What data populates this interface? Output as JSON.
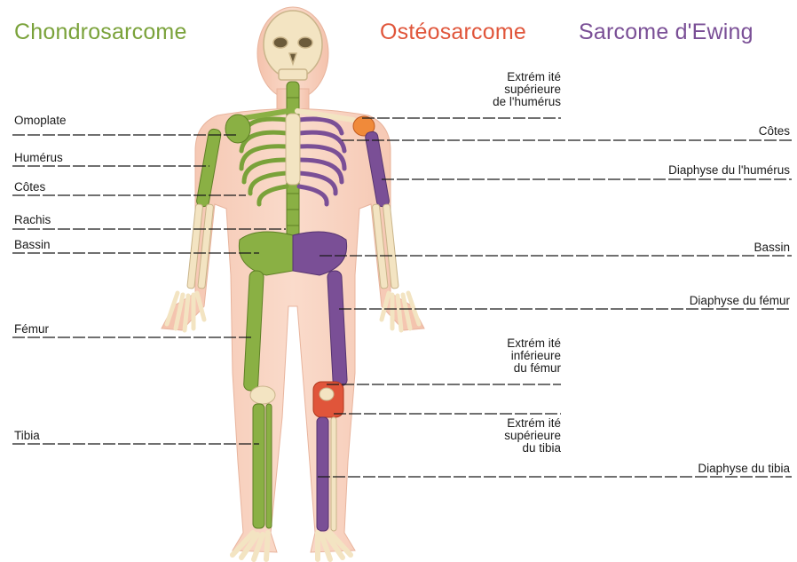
{
  "legend": {
    "chondro": "Chondrosarcome",
    "osteo": "Ostéosarcome",
    "ewing": "Sarcome d'Ewing"
  },
  "colors": {
    "chondro": "#7aa23a",
    "osteo": "#e0553a",
    "ewing": "#7a4f96",
    "skin": "#f7cdb9",
    "bone": "#f3e4c2"
  },
  "labels_left": {
    "omoplate": "Omoplate",
    "humerus": "Humérus",
    "cotes": "Côtes",
    "rachis": "Rachis",
    "bassin": "Bassin",
    "femur": "Fémur",
    "tibia": "Tibia"
  },
  "labels_right": {
    "extremite_sup_humerus": "Extrém ité\nsupérieure\nde l'humérus",
    "cotes": "Côtes",
    "diaphyse_humerus": "Diaphyse du l'humérus",
    "bassin": "Bassin",
    "diaphyse_femur": "Diaphyse du fémur",
    "extremite_inf_femur": "Extrém ité\ninférieure\ndu fémur",
    "extremite_sup_tibia": "Extrém ité\nsupérieure\ndu tibia",
    "diaphyse_tibia": "Diaphyse du tibia"
  }
}
